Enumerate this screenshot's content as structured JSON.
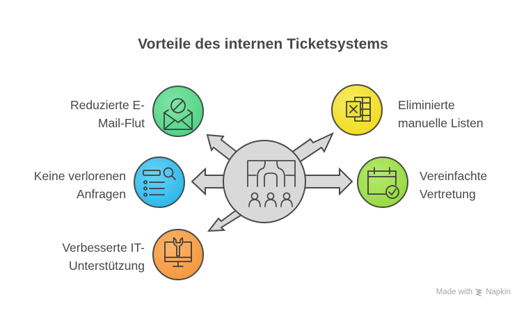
{
  "title": "Vorteile des internen Ticketsystems",
  "center": {
    "icon": "org-structure-people-icon",
    "fill": "#d9d9d9"
  },
  "items": [
    {
      "id": "email",
      "label_line1": "Reduzierte E-",
      "label_line2": "Mail-Flut",
      "icon": "envelope-blocked-icon",
      "color": "#5fd98e",
      "side": "left"
    },
    {
      "id": "requests",
      "label_line1": "Keine verlorenen",
      "label_line2": "Anfragen",
      "icon": "list-search-icon",
      "color": "#3fc2f0",
      "side": "left"
    },
    {
      "id": "support",
      "label_line1": "Verbesserte IT-",
      "label_line2": "Unterstützung",
      "icon": "monitor-wrench-icon",
      "color": "#f7a14e",
      "side": "left"
    },
    {
      "id": "lists",
      "label_line1": "Eliminierte",
      "label_line2": "manuelle Listen",
      "icon": "spreadsheet-x-icon",
      "color": "#f4e12e",
      "side": "right"
    },
    {
      "id": "substitution",
      "label_line1": "Vereinfachte",
      "label_line2": "Vertretung",
      "icon": "calendar-check-icon",
      "color": "#9fdf4a",
      "side": "right"
    }
  ],
  "footer": {
    "made_with": "Made with",
    "brand": "Napkin"
  }
}
